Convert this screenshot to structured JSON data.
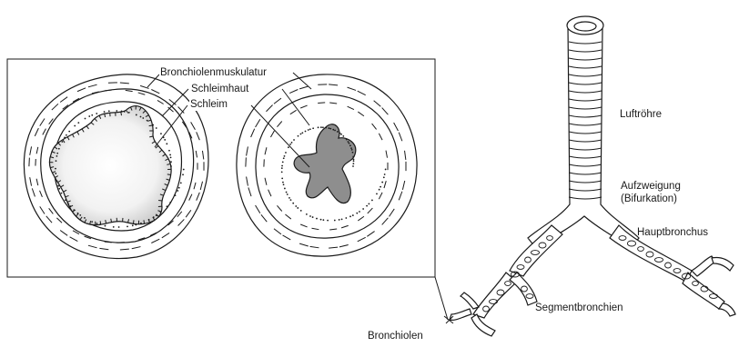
{
  "labels": {
    "bronchiole_muscle": "Bronchiolenmuskulatur",
    "mucosa": "Schleimhaut",
    "mucus": "Schleim",
    "trachea": "Luftröhre",
    "bifurcation_line1": "Aufzweigung",
    "bifurcation_line2": "(Bifurkation)",
    "main_bronchus": "Hauptbronchus",
    "segment_bronchi": "Segmentbronchien",
    "bronchioles": "Bronchiolen"
  },
  "colors": {
    "ink": "#1a1a1a",
    "mucus_fill": "#8e8e8e",
    "lumen_shade": "#dcdcdc",
    "background": "#ffffff"
  }
}
